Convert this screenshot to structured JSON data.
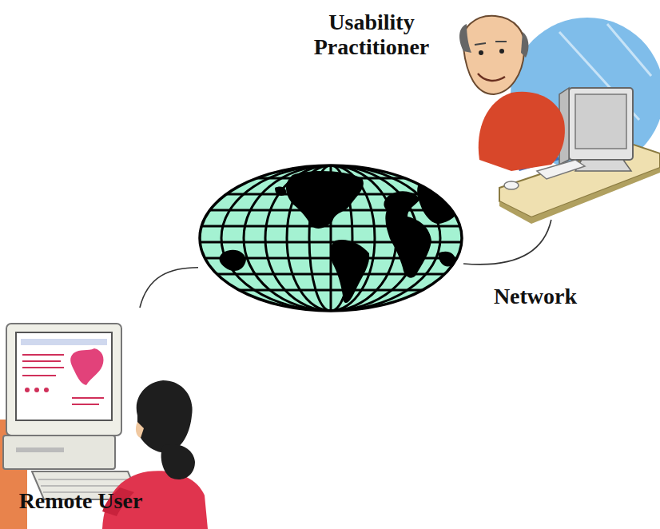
{
  "diagram": {
    "nodes": [
      {
        "text": [
          "Usability Practitioner"
        ]
      },
      {
        "text": [
          "Network"
        ]
      },
      {
        "text": [
          "Remote User"
        ]
      }
    ],
    "edges": [
      {
        "from": 2,
        "to": 1,
        "arrow": "none"
      },
      {
        "from": 1,
        "to": 0,
        "arrow": "none"
      }
    ]
  }
}
